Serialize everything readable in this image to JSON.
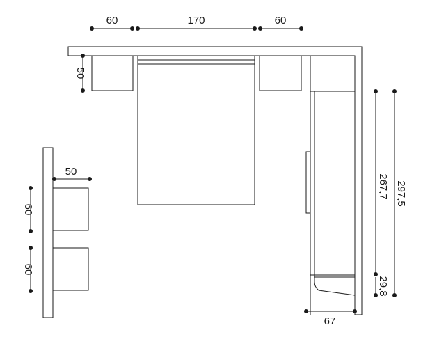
{
  "dimensions": {
    "top_left": "60",
    "top_middle": "170",
    "top_right": "60",
    "left_height": "50",
    "bench_depth": "50",
    "bench_upper": "60",
    "bench_lower": "60",
    "wardrobe_height": "267,7",
    "overall_height": "297,5",
    "bottom_segment": "29,8",
    "bottom_width": "67"
  }
}
